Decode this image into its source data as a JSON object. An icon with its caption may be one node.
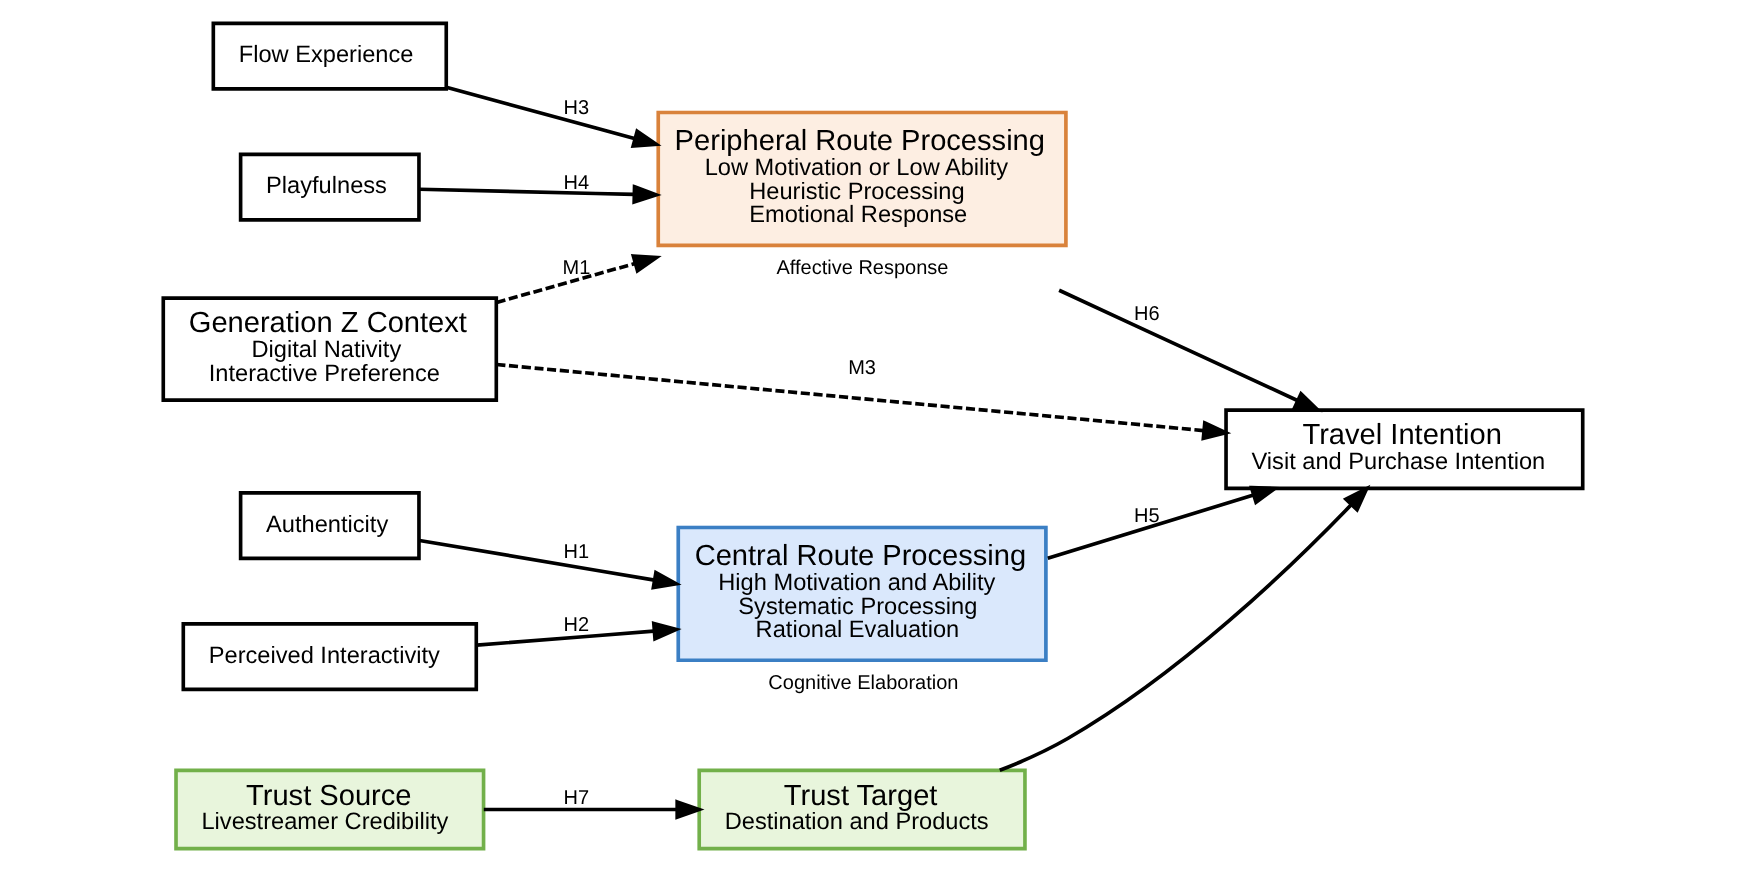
{
  "diagram": {
    "nodes": [
      {
        "text": [
          "Perceived Interactivity"
        ]
      },
      {
        "text": [
          "Authenticity"
        ]
      },
      {
        "text": [
          "Central Route Processing",
          "High Motivation and Ability",
          "Systematic Processing",
          "Rational Evaluation"
        ],
        "beside": [
          "Cognitive Elaboration"
        ]
      },
      {
        "text": [
          "Travel Intention",
          "Visit and Purchase Intention"
        ]
      },
      {
        "text": [
          "Flow Experience"
        ]
      },
      {
        "text": [
          "Peripheral Route Processing",
          "Low Motivation or Low Ability",
          "Heuristic Processing",
          "Emotional Response"
        ],
        "beside": [
          "Affective Response"
        ]
      },
      {
        "text": [
          "Playfulness"
        ]
      },
      {
        "text": [
          "Trust Target",
          "Destination and Products"
        ]
      },
      {
        "text": [
          "Trust Source",
          "Livestreamer Credibility"
        ]
      },
      {
        "text": [
          "Generation Z Context",
          "Digital Nativity",
          "Interactive Preference"
        ]
      }
    ],
    "edges": [
      {
        "from": 0,
        "to": 2,
        "arrow": "to",
        "label": "H2"
      },
      {
        "from": 1,
        "to": 2,
        "arrow": "to",
        "label": "H1"
      },
      {
        "from": 2,
        "to": 3,
        "arrow": "to",
        "label": "H5"
      },
      {
        "from": 4,
        "to": 5,
        "arrow": "to",
        "label": "H3"
      },
      {
        "from": 6,
        "to": 5,
        "arrow": "to",
        "label": "H4"
      },
      {
        "from": 5,
        "to": 3,
        "arrow": "to",
        "label": "H6"
      },
      {
        "from": 9,
        "to": 5,
        "arrow": "to",
        "label": "M1",
        "style": "dashed"
      },
      {
        "from": 9,
        "to": 3,
        "arrow": "to",
        "label": "M3",
        "style": "dashed"
      },
      {
        "from": 8,
        "to": 7,
        "arrow": "to",
        "label": "H7"
      },
      {
        "from": 7,
        "to": 3,
        "arrow": "to"
      }
    ]
  }
}
